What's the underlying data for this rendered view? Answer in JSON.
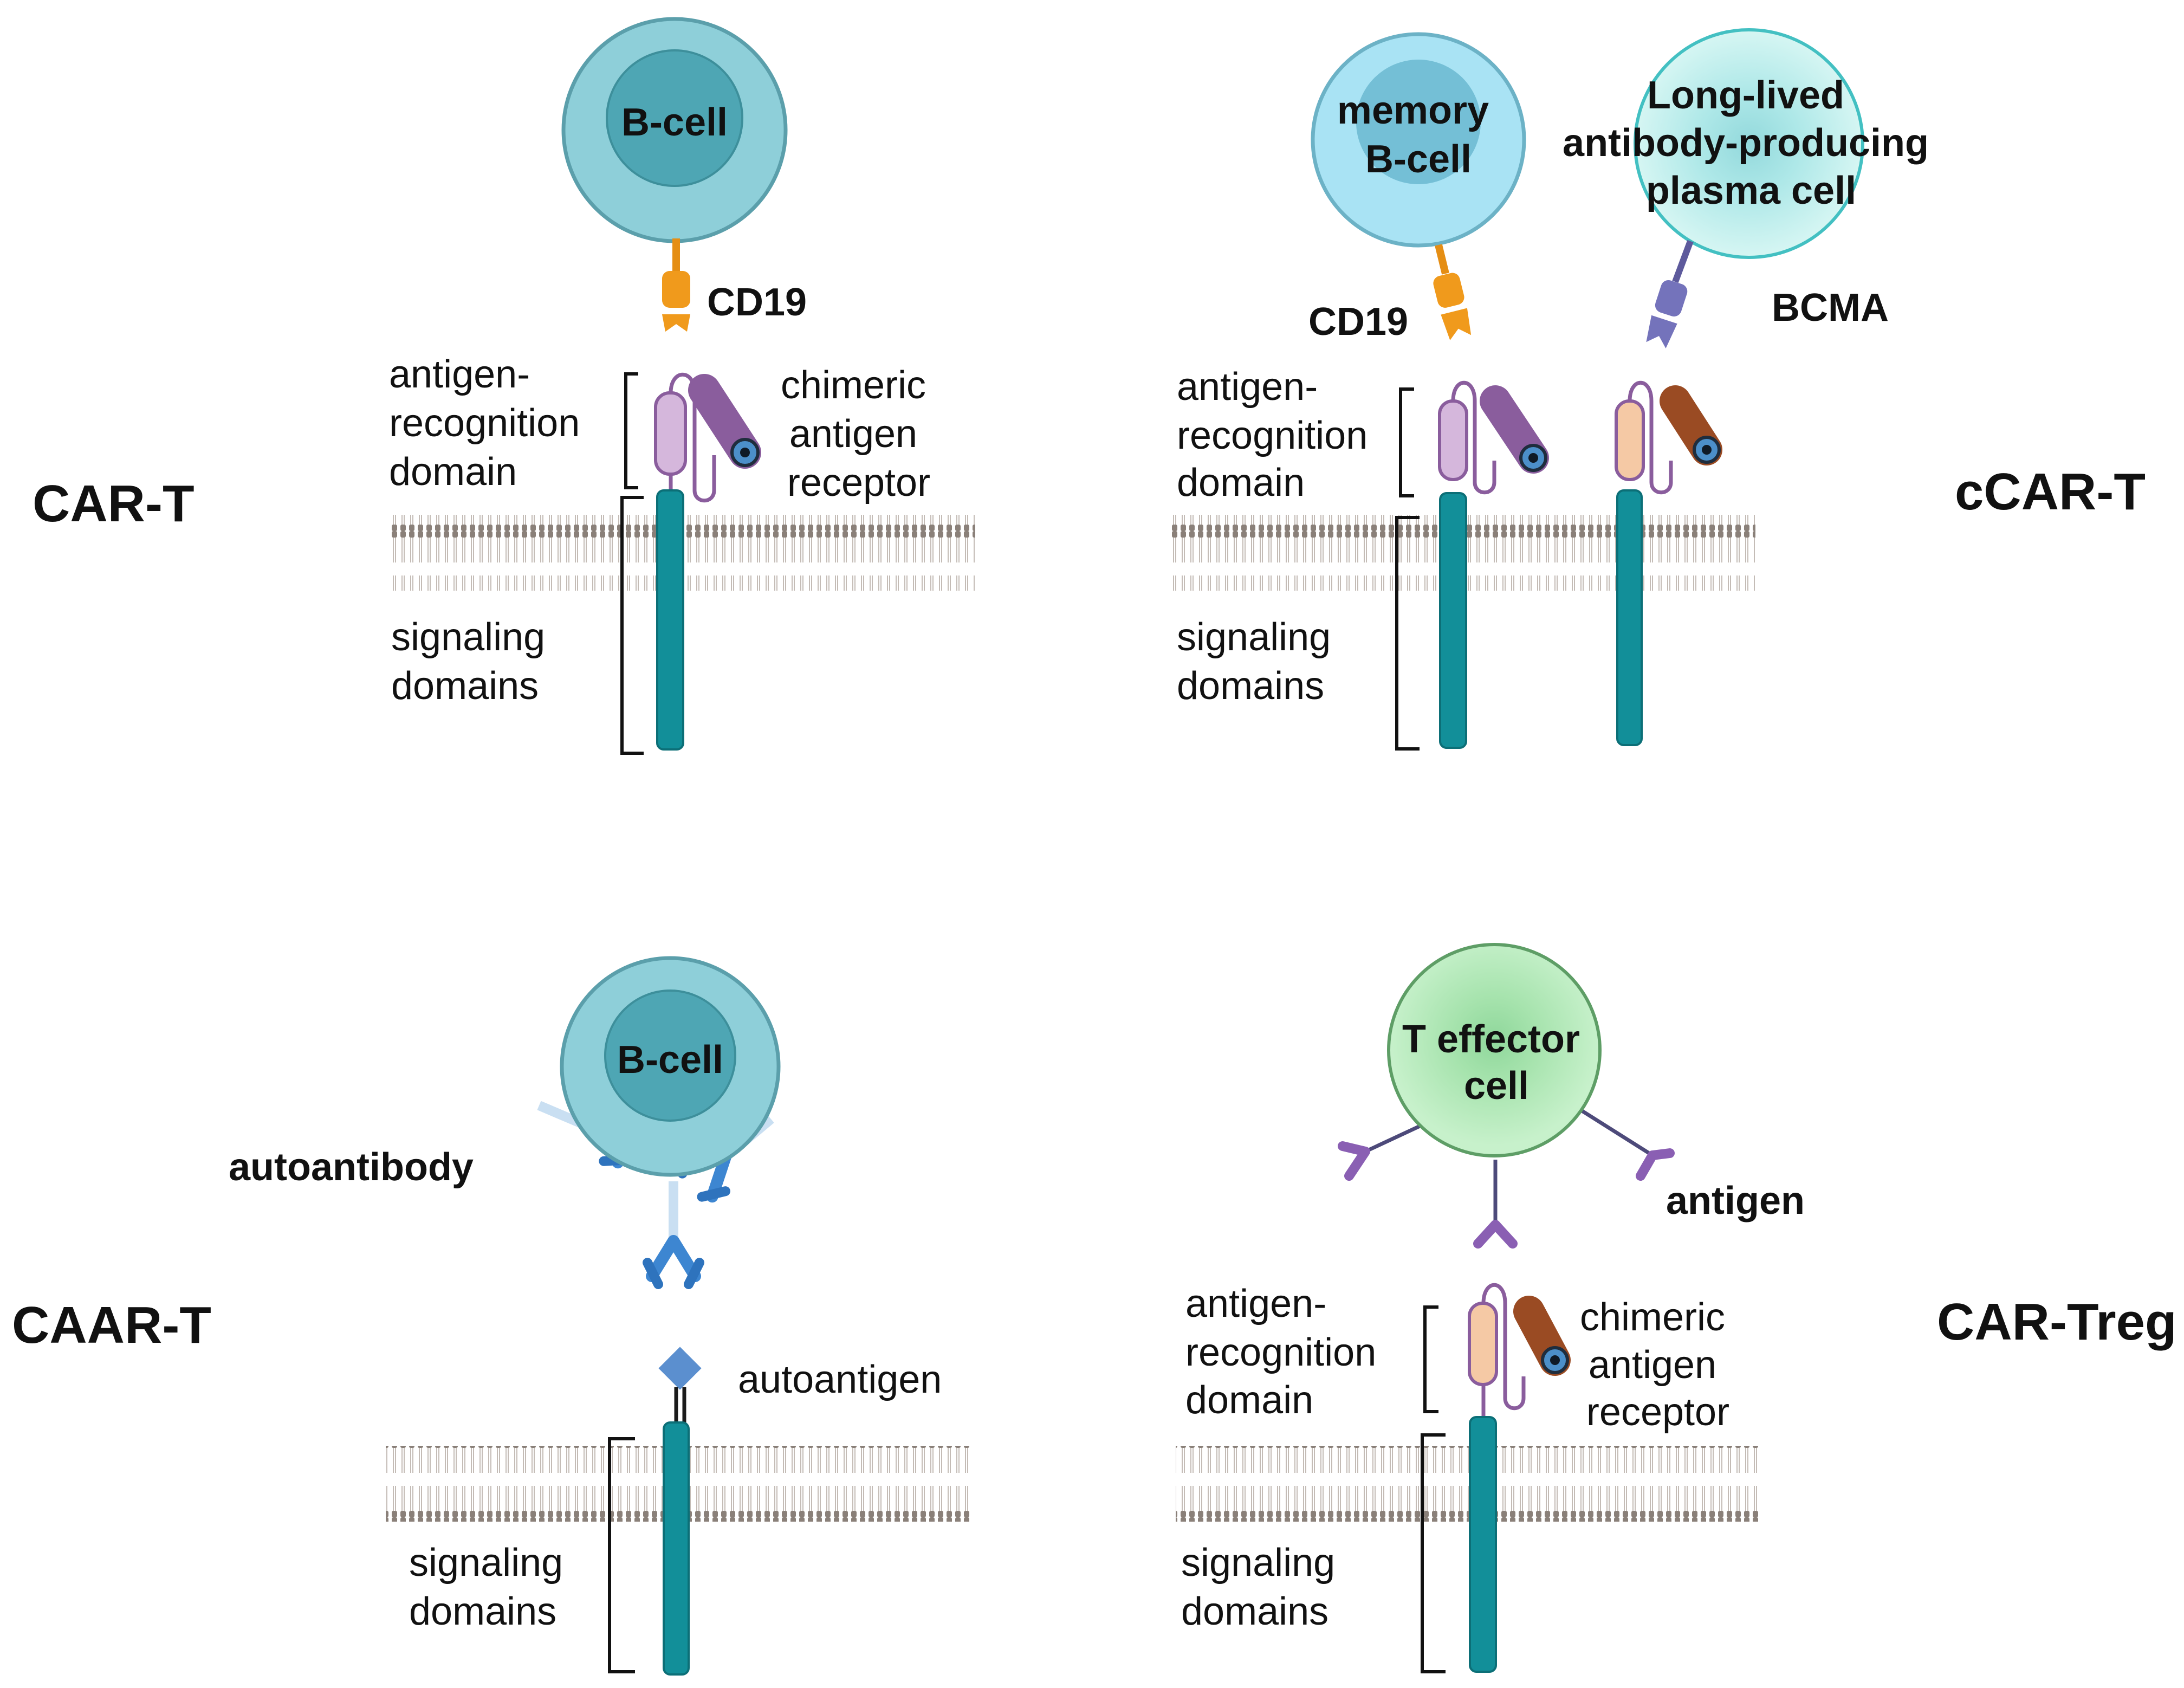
{
  "panels": {
    "car_t": {
      "title": "CAR-T",
      "cell_label": "B-cell",
      "target_label": "CD19",
      "binding_label": [
        "antigen-",
        "recognition",
        "domain"
      ],
      "receptor_label": [
        "chimeric",
        "antigen",
        "receptor"
      ],
      "signaling_label": [
        "signaling",
        "domains"
      ]
    },
    "ccar_t": {
      "title": "cCAR-T",
      "cell1_label": [
        "memory",
        "B-cell"
      ],
      "cell2_label": [
        "Long-lived",
        "antibody-producing",
        "plasma cell"
      ],
      "target1_label": "CD19",
      "target2_label": "BCMA",
      "binding_label": [
        "antigen-",
        "recognition",
        "domain"
      ],
      "signaling_label": [
        "signaling",
        "domains"
      ]
    },
    "caar_t": {
      "title": "CAAR-T",
      "cell_label": "B-cell",
      "antibody_label": "autoantibody",
      "autoantigen_label": "autoantigen",
      "signaling_label": [
        "signaling",
        "domains"
      ]
    },
    "car_treg": {
      "title": "CAR-Treg",
      "cell_label": [
        "T effector",
        "cell"
      ],
      "antigen_label": "antigen",
      "binding_label": [
        "antigen-",
        "recognition",
        "domain"
      ],
      "receptor_label": [
        "chimeric",
        "antigen",
        "receptor"
      ],
      "signaling_label": [
        "signaling",
        "domains"
      ]
    }
  },
  "colors": {
    "b_cell": "#8ecfd9",
    "b_cell_nucleus": "#4ea6b4",
    "memory_b_cell": "#a9e3f4",
    "memory_b_cell_nucleus": "#74bfd6",
    "plasma_cell": "#bff0ef",
    "t_effector_cell": "#b9ecbc",
    "cd19": "#f09a1c",
    "bcma": "#7473bb",
    "transmembrane": "#128f99",
    "antibody": "#3d86d1",
    "autoantigen": "#5b8fcf",
    "antigen": "#8a5fb3",
    "car_vl_lilac": "#d5b7dc",
    "car_vh_purple": "#8a5d9d",
    "car_vl_peach": "#f5c9a5",
    "car_vh_brown": "#9a4b23",
    "membrane": "#8a8079"
  }
}
